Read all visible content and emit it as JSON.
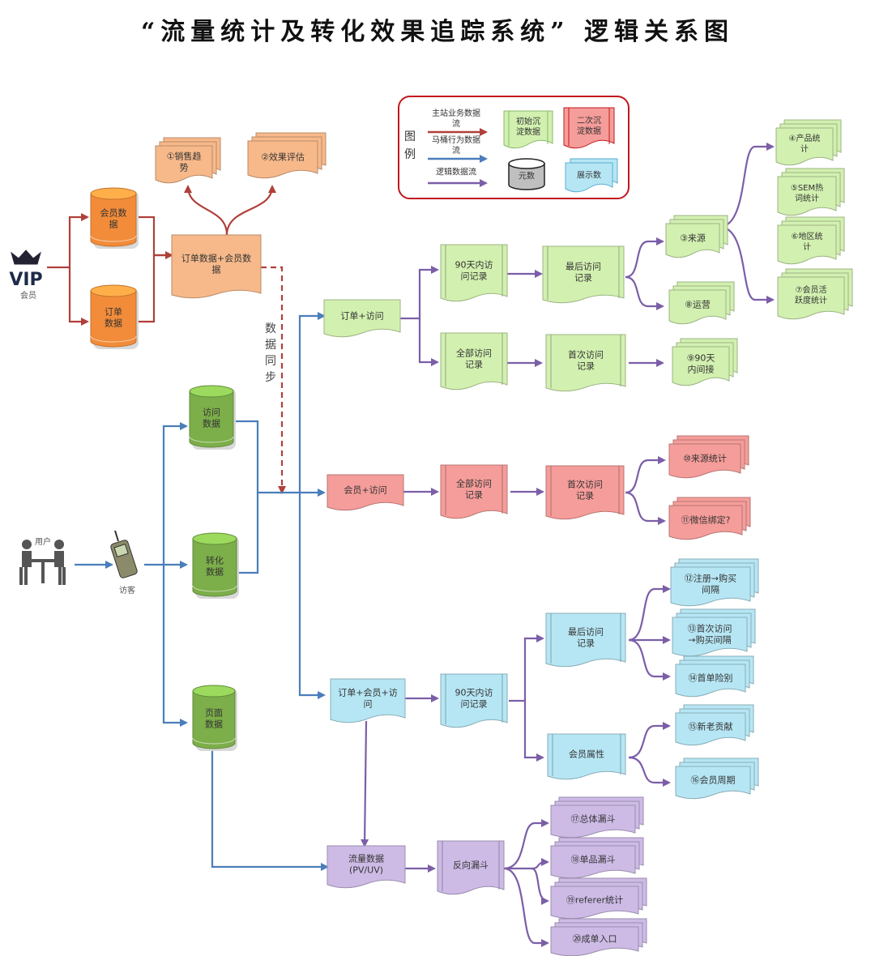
{
  "title": "“流量统计及转化效果追踪系统” 逻辑关系图",
  "legend": {
    "label": [
      "图",
      "例"
    ],
    "main_flow": [
      "主站业务数据",
      "流"
    ],
    "behavior_flow": [
      "马桶行为数据",
      "流"
    ],
    "logic_flow": [
      "逻辑数据流"
    ],
    "initial_data": [
      "初始沉",
      "淀数据"
    ],
    "secondary_data": [
      "二次沉",
      "淀数据"
    ],
    "metadata": [
      "元数"
    ],
    "display": [
      "展示数"
    ]
  },
  "colors": {
    "red_flow": "#b0403a",
    "blue_flow": "#4a7ebb",
    "purple_flow": "#7b5ea7",
    "dashed_sync": "#b0403a",
    "orange": "#f7b98a",
    "green": "#d2f0b0",
    "pink": "#f59d9a",
    "cyan": "#b6e6f4",
    "lavender": "#cdbbe6"
  },
  "actors": {
    "vip": "VIP",
    "member": "会员",
    "user": "用户",
    "visitor": "访客"
  },
  "sync_label": [
    "数",
    "据",
    "同",
    "步"
  ],
  "nodes": {
    "member_data": [
      "会员数",
      "据"
    ],
    "order_data": [
      "订单",
      "数据"
    ],
    "visit_data": [
      "访问",
      "数据"
    ],
    "conversion_data": [
      "转化",
      "数据"
    ],
    "page_data": [
      "页面",
      "数据"
    ],
    "order_member": [
      "订单数据+会员数",
      "据"
    ],
    "sales_trend": [
      "①销售趋",
      "势"
    ],
    "effect_eval": [
      "②效果评估"
    ],
    "order_visit": [
      "订单+访问"
    ],
    "visit90_a": [
      "90天内访",
      "问记录"
    ],
    "all_visit_a": [
      "全部访问",
      "记录"
    ],
    "last_visit_a": [
      "最后访问",
      "记录"
    ],
    "first_visit_a": [
      "首次访问",
      "记录"
    ],
    "source_3": [
      "③来源"
    ],
    "ops_8": [
      "⑧运营"
    ],
    "d90_9": [
      "⑨90天",
      "内间接"
    ],
    "product_4": [
      "④产品统",
      "计"
    ],
    "sem_5": [
      "⑤SEM热",
      "词统计"
    ],
    "region_6": [
      "⑥地区统",
      "计"
    ],
    "active_7": [
      "⑦会员活",
      "跃度统计"
    ],
    "member_visit": [
      "会员+访问"
    ],
    "all_visit_b": [
      "全部访问",
      "记录"
    ],
    "first_visit_b": [
      "首次访问",
      "记录"
    ],
    "source_10": [
      "⑩来源统计"
    ],
    "wechat_11": [
      "⑪微信绑定?"
    ],
    "order_member_visit": [
      "订单+会员+访",
      "问"
    ],
    "visit90_c": [
      "90天内访",
      "问记录"
    ],
    "last_visit_c": [
      "最后访问",
      "记录"
    ],
    "member_attr": [
      "会员属性"
    ],
    "reg_12": [
      "⑫注册→购买",
      "间隔"
    ],
    "first_13": [
      "⑬首次访问",
      "→购买间隔"
    ],
    "first_order_14": [
      "⑭首单险别"
    ],
    "new_old_15": [
      "⑮新老贡献"
    ],
    "cycle_16": [
      "⑯会员周期"
    ],
    "traffic": [
      "流量数据",
      "(PV/UV)"
    ],
    "reverse_funnel": [
      "反向漏斗"
    ],
    "total_17": [
      "⑰总体漏斗"
    ],
    "single_18": [
      "⑱单品漏斗"
    ],
    "referer_19": [
      "⑲referer统计"
    ],
    "entry_20": [
      "⑳成单入口"
    ]
  }
}
